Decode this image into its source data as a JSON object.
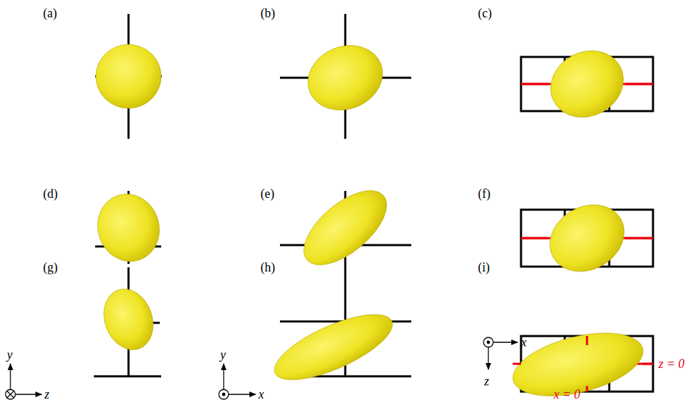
{
  "diagram": {
    "labels": [
      "(a)",
      "(b)",
      "(c)",
      "(d)",
      "(e)",
      "(f)",
      "(g)",
      "(h)",
      "(i)",
      "y",
      "z",
      "y",
      "x",
      "x",
      "z",
      "z = 0",
      "x = 0"
    ]
  }
}
